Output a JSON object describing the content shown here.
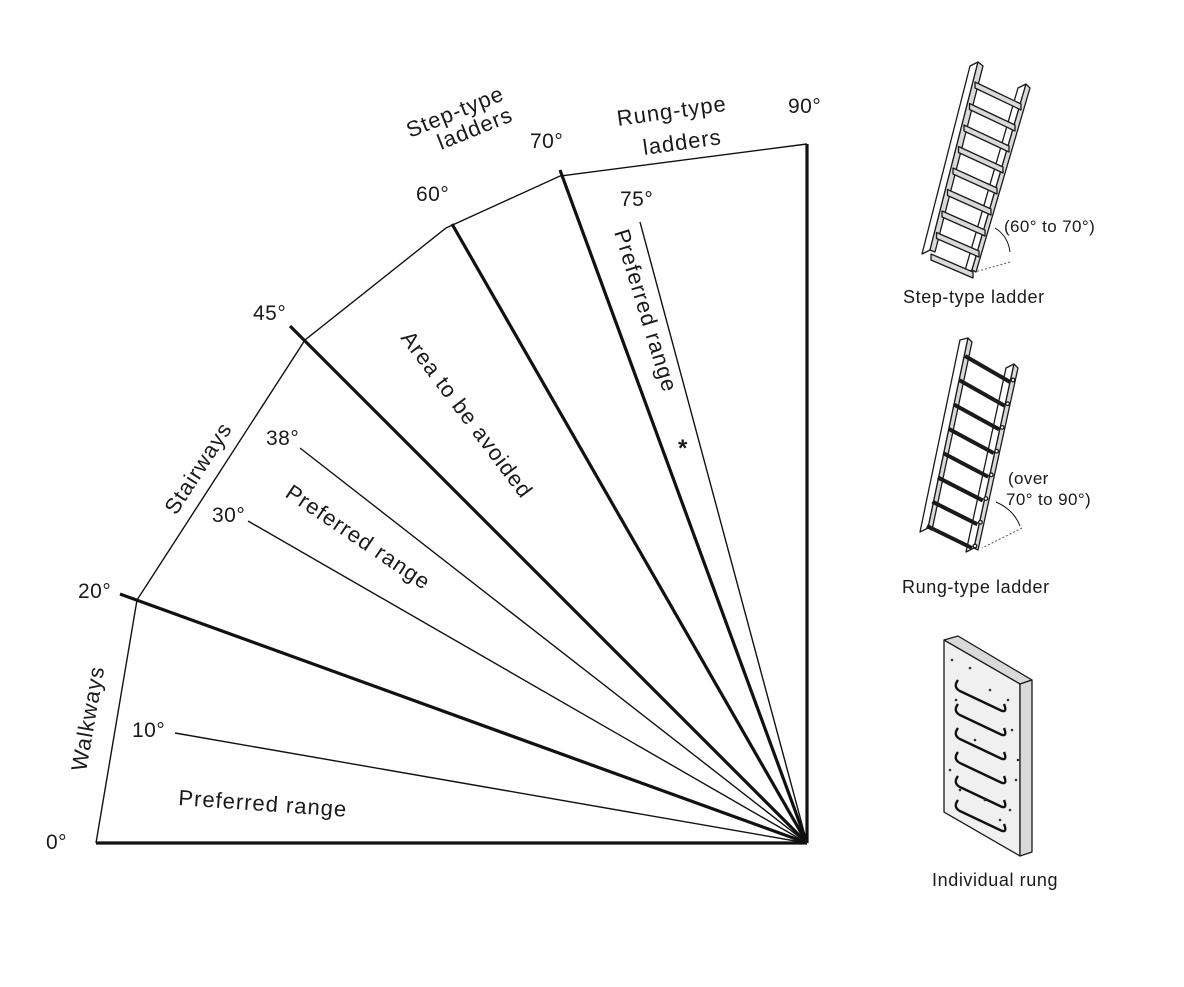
{
  "angles": {
    "a0": "0°",
    "a10": "10°",
    "a20": "20°",
    "a30": "30°",
    "a38": "38°",
    "a45": "45°",
    "a60": "60°",
    "a70": "70°",
    "a75": "75°",
    "a90": "90°"
  },
  "zones": {
    "walkways": "Walkways",
    "stairways": "Stairways",
    "step_type_ladders_line1": "Step-type",
    "step_type_ladders_line2": "ladders",
    "rung_type_ladders_line1": "Rung-type",
    "rung_type_ladders_line2": "ladders"
  },
  "ranges": {
    "walkway_preferred": "Preferred range",
    "stairway_preferred": "Preferred range",
    "avoid": "Area to be avoided",
    "ladder_preferred": "Preferred range",
    "ladder_preferred_mark": "*"
  },
  "illustrations": {
    "step_ladder_angle": "(60° to 70°)",
    "step_ladder_caption": "Step-type ladder",
    "rung_ladder_angle_line1": "(over",
    "rung_ladder_angle_line2": "70° to 90°)",
    "rung_ladder_caption": "Rung-type ladder",
    "individual_rung_caption": "Individual rung"
  }
}
